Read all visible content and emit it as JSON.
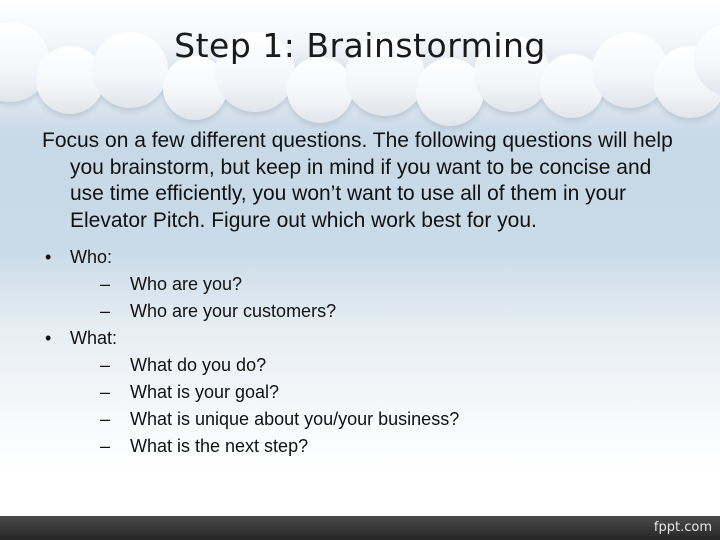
{
  "slide": {
    "title": "Step 1: Brainstorming",
    "intro": "Focus on a few different questions. The following questions will help you brainstorm, but keep in mind if you want to be concise and use time efficiently, you won’t want to use all of them in your Elevator Pitch. Figure out which work best for you.",
    "bullet_symbol": "•",
    "sub_symbol": "–",
    "bullets": [
      {
        "label": "Who:",
        "items": [
          "Who are you?",
          "Who are your customers?"
        ]
      },
      {
        "label": "What:",
        "items": [
          "What do you do?",
          "What is your goal?",
          "What is unique about you/your business?",
          "What is the next step?"
        ]
      }
    ]
  },
  "footer": {
    "brand": "fppt.com"
  },
  "colors": {
    "background_top": "#d3dde8",
    "background_bottom": "#ffffff",
    "footer_bar": "#333333",
    "text": "#111111"
  }
}
